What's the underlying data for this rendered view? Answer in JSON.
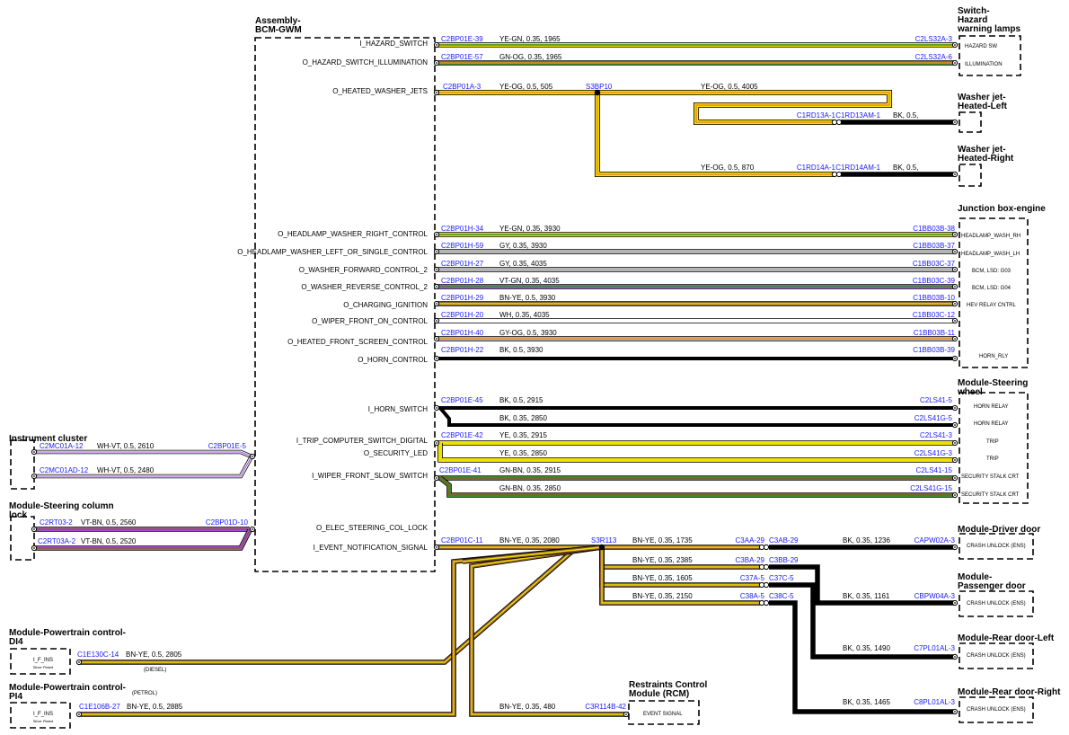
{
  "colors": {
    "YE": "#f0e000",
    "GN": "#3c8c28",
    "OG": "#f08c1e",
    "GY": "#b4b4b4",
    "VT": "#a050dc",
    "BN": "#8c5a2c",
    "WH": "#ffffff",
    "BK": "#000000",
    "connector": "#1a1aff"
  },
  "modules": {
    "bcm": "Assembly-\nBCM-GWM",
    "hazard": "Switch-\nHazard\nwarning lamps",
    "washer_left": "Washer jet-\nHeated-Left",
    "washer_right": "Washer jet-\nHeated-Right",
    "junction": "Junction box-engine",
    "steering_wheel": "Module-Steering\nwheel",
    "instrument": "Instrument cluster",
    "col_lock": "Module-Steering column\nlock",
    "driver_door": "Module-Driver door",
    "pass_door": "Module-\nPassenger door",
    "rear_left": "Module-Rear door-Left",
    "rear_right": "Module-Rear door-Right",
    "rcm": "Restraints Control\nModule (RCM)",
    "pcm_di4": "Module-Powertrain control-\nDI4",
    "pcm_pi4": "Module-Powertrain control-\nPI4"
  },
  "bcm_pins": [
    "I_HAZARD_SWITCH",
    "O_HAZARD_SWITCH_ILLUMINATION",
    "O_HEATED_WASHER_JETS",
    "O_HEADLAMP_WASHER_RIGHT_CONTROL",
    "O_HEADLAMP_WASHER_LEFT_OR_SINGLE_CONTROL",
    "O_WASHER_FORWARD_CONTROL_2",
    "O_WASHER_REVERSE_CONTROL_2",
    "O_CHARGING_IGNITION",
    "O_WIPER_FRONT_ON_CONTROL",
    "O_HEATED_FRONT_SCREEN_CONTROL",
    "O_HORN_CONTROL",
    "I_HORN_SWITCH",
    "I_TRIP_COMPUTER_SWITCH_DIGITAL",
    "O_SECURITY_LED",
    "I_WIPER_FRONT_SLOW_SWITCH",
    "O_ELEC_STEERING_COL_LOCK",
    "I_EVENT_NOTIFICATION_SIGNAL"
  ],
  "right_pins": {
    "hazard_sw": "HAZARD SW",
    "illumination": "ILLUMINATION",
    "jb": [
      "HEADLAMP_WASH_RH",
      "HEADLAMP_WASH_LH",
      "BCM, LSD: G03",
      "BCM, LSD: G04",
      "HEV RELAY CNTRL",
      "HORN_RLY"
    ],
    "sw": [
      "HORN RELAY",
      "HORN RELAY",
      "TRIP",
      "TRIP",
      "SECURITY STALK CRT",
      "SECURITY STALK CRT"
    ],
    "crash_unlock": "CRASH UNLOCK (ENS)",
    "event_signal": "EVENT SIGNAL",
    "i_f_ins": "I_F_INS",
    "silver_plated": "Silver Plated"
  },
  "wires": [
    {
      "conn_a": "C2BP01E-39",
      "spec": "YE-GN,  0.35,  1965",
      "conn_b": "C2LS32A-3"
    },
    {
      "conn_a": "C2BP01E-57",
      "spec": "GN-OG,  0.35,  1965",
      "conn_b": "C2LS32A-6"
    },
    {
      "conn_a": "C2BP01H-34",
      "spec": "YE-GN,  0.35,  3930",
      "conn_b": "C1BB03B-38"
    },
    {
      "conn_a": "C2BP01H-59",
      "spec": "GY,  0.35,  3930",
      "conn_b": "C1BB03B-37"
    },
    {
      "conn_a": "C2BP01H-27",
      "spec": "GY,  0.35,  4035",
      "conn_b": "C1BB03C-37"
    },
    {
      "conn_a": "C2BP01H-28",
      "spec": "VT-GN,  0.35,  4035",
      "conn_b": "C1BB03C-39"
    },
    {
      "conn_a": "C2BP01H-29",
      "spec": "BN-YE,  0.5,  3930",
      "conn_b": "C1BB03B-10"
    },
    {
      "conn_a": "C2BP01H-20",
      "spec": "WH,  0.35,  4035",
      "conn_b": "C1BB03C-12"
    },
    {
      "conn_a": "C2BP01H-40",
      "spec": "GY-OG,  0.5,  3930",
      "conn_b": "C1BB03B-11"
    },
    {
      "conn_a": "C2BP01H-22",
      "spec": "BK,  0.5,  3930",
      "conn_b": "C1BB03B-39"
    },
    {
      "conn_a": "C2BP01E-45",
      "spec": "BK,  0.5,  2915",
      "conn_b": "C2LS41-5"
    },
    {
      "conn_a": "",
      "spec": "BK,  0.35,  2850",
      "conn_b": "C2LS41G-5"
    },
    {
      "conn_a": "C2BP01E-42",
      "spec": "YE,  0.35,  2915",
      "conn_b": "C2LS41-3"
    },
    {
      "conn_a": "",
      "spec": "YE,  0.35,  2850",
      "conn_b": "C2LS41G-3"
    },
    {
      "conn_a": "C2BP01E-41",
      "spec": "GN-BN,  0.35,  2915",
      "conn_b": "C2LS41-15"
    },
    {
      "conn_a": "",
      "spec": "GN-BN,  0.35,  2850",
      "conn_b": "C2LS41G-15"
    }
  ],
  "washer": {
    "conn_a": "C2BP01A-3",
    "spec_a": "YE-OG,  0.5,  505",
    "splice": "S3BP10",
    "spec_b": "YE-OG,  0.5,  4005",
    "spec_c": "YE-OG,  0.5,  870",
    "left_c1": "C1RD13A-1",
    "left_c2": "C1RD13AM-1",
    "left_spec": "BK,  0.5,",
    "right_c1": "C1RD14A-1",
    "right_c2": "C1RD14AM-1",
    "right_spec": "BK,  0.5,"
  },
  "instrument": {
    "c1": "C2MC01A-12",
    "spec1": "WH-VT,  0.5,  2610",
    "c2": "C2MC01AD-12",
    "spec2": "WH-VT,  0.5,  2480",
    "bcm_conn": "C2BP01E-5"
  },
  "col_lock": {
    "c1": "C2RT03-2",
    "spec1": "VT-BN,  0.5,  2560",
    "c2": "C2RT03A-2",
    "spec2": "VT-BN,  0.5,  2520",
    "bcm_conn": "C2BP01D-10"
  },
  "event": {
    "conn_a": "C2BP01C-11",
    "spec_a": "BN-YE,  0.35,  2080",
    "splice": "S3R113",
    "b1_spec": "BN-YE,  0.35,  1735",
    "b1_c1": "C3AA-29",
    "b1_c2": "C3AB-29",
    "b1_spec2": "BK,  0.35,  1236",
    "b1_end": "CAPW02A-3",
    "b2_spec": "BN-YE,  0.35,  2385",
    "b2_c1": "C3BA-29",
    "b2_c2": "C3BB-29",
    "b2_spec2": "BK,  0.35,  1161",
    "b2_end": "CBPW04A-3",
    "b3_spec": "BN-YE,  0.35,  1605",
    "b3_c1": "C37A-5",
    "b3_c2": "C37C-5",
    "b3_spec2": "BK,  0.35,  1490",
    "b3_end": "C7PL01AL-3",
    "b4_spec": "BN-YE,  0.35,  2150",
    "b4_c1": "C38A-5",
    "b4_c2": "C38C-5",
    "b4_spec2": "BK,  0.35,  1465",
    "b4_end": "C8PL01AL-3",
    "di4_conn": "C1E130C-14",
    "di4_spec": "BN-YE,  0.5,  2805",
    "di4_note": "(DIESEL)",
    "pi4_conn": "C1E106B-27",
    "pi4_spec": "BN-YE,  0.5,  2885",
    "pi4_note": "(PETROL)",
    "rcm_spec": "BN-YE,  0.35,  480",
    "rcm_conn": "C3R114B-42"
  }
}
